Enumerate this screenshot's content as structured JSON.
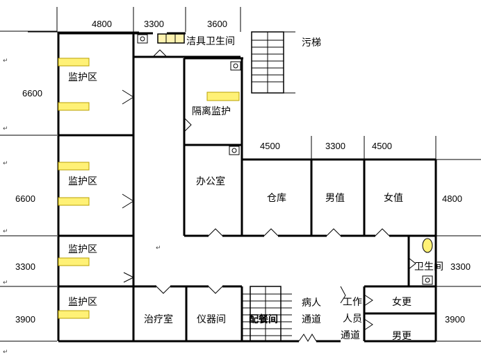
{
  "dimensions": {
    "top": [
      "4800",
      "3300",
      "3600"
    ],
    "middle": [
      "4500",
      "3300",
      "4500"
    ],
    "left": [
      "6600",
      "6600",
      "3300",
      "3900"
    ],
    "right_upper": "4800",
    "right_middle": "3300",
    "right_lower": "3900"
  },
  "rooms": {
    "monitor_1": "监护区",
    "monitor_2": "监护区",
    "monitor_3": "监护区",
    "monitor_4": "监护区",
    "cleaning_restroom": "洁具卫生间",
    "dirty_stairs": "污梯",
    "isolation": "隔离监护",
    "office": "办公室",
    "warehouse": "仓库",
    "male_duty": "男值",
    "female_duty": "女值",
    "restroom": "卫生间",
    "treatment": "治疗室",
    "instruments": "仪器间",
    "dispensary": "配餐间",
    "patient_corridor": [
      "病人",
      "通道"
    ],
    "staff_corridor": [
      "工作",
      "人员",
      "通道"
    ],
    "female_changing": "女更",
    "male_changing": "男更"
  },
  "marks": {
    "paragraph": "↵"
  },
  "colors": {
    "bed": "#fff176",
    "bed_border": "#b8a000",
    "wall": "#000000"
  }
}
